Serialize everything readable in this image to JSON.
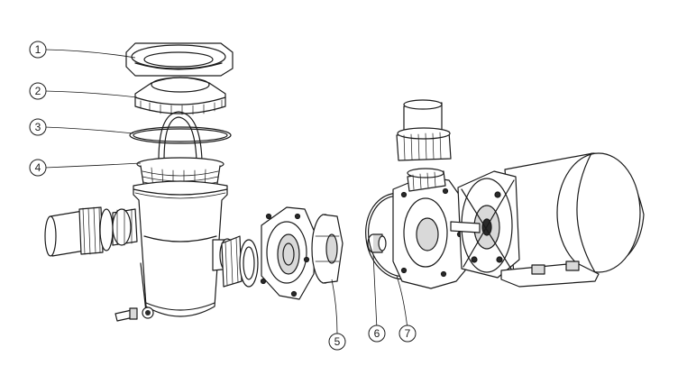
{
  "callouts": [
    {
      "label": "1",
      "part": "lid-clamp-ring"
    },
    {
      "label": "2",
      "part": "strainer-lid"
    },
    {
      "label": "3",
      "part": "lid-o-ring"
    },
    {
      "label": "4",
      "part": "strainer-basket"
    },
    {
      "label": "5",
      "part": "impeller"
    },
    {
      "label": "6",
      "part": "shaft-seal"
    },
    {
      "label": "7",
      "part": "housing-o-ring"
    }
  ],
  "colors": {
    "line": "#1a1a1a",
    "background": "#ffffff",
    "shade": "#d9d9d9"
  }
}
